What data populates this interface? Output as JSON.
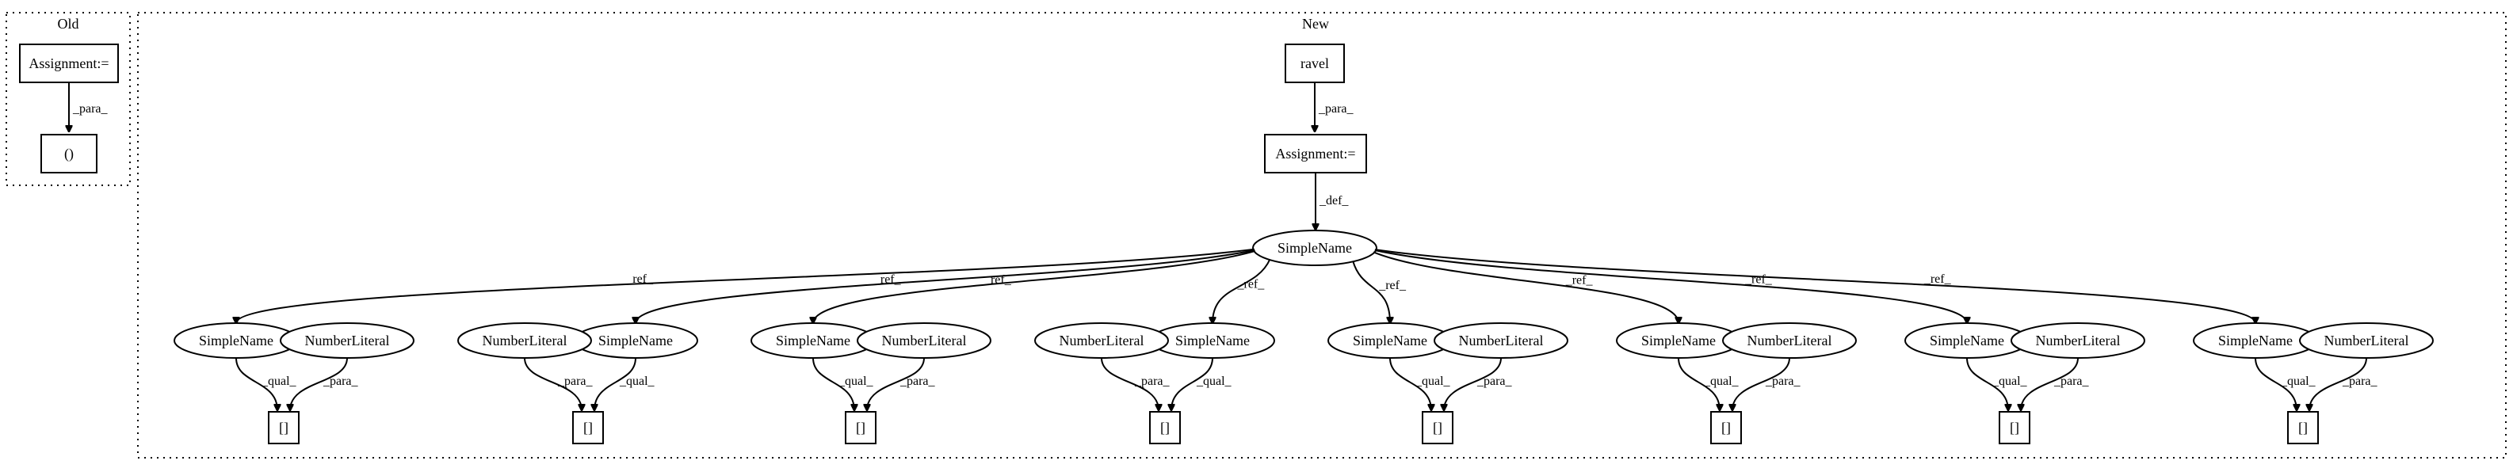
{
  "clusters": {
    "old": "Old",
    "new": "New"
  },
  "nodes": {
    "old_assign": "Assignment:=",
    "old_paren": "()",
    "ravel": "ravel",
    "new_assign": "Assignment:=",
    "simple_root": "SimpleName",
    "simple": "SimpleName",
    "number": "NumberLiteral",
    "index": "[]"
  },
  "edges": {
    "para": "_para_",
    "def": "_def_",
    "ref": "_ref_",
    "qual": "_qual_"
  },
  "groups": [
    {
      "order": [
        "simple",
        "number"
      ]
    },
    {
      "order": [
        "number",
        "simple"
      ]
    },
    {
      "order": [
        "simple",
        "number"
      ]
    },
    {
      "order": [
        "number",
        "simple"
      ]
    },
    {
      "order": [
        "simple",
        "number"
      ]
    },
    {
      "order": [
        "simple",
        "number"
      ]
    },
    {
      "order": [
        "simple",
        "number"
      ]
    },
    {
      "order": [
        "simple",
        "number"
      ]
    }
  ]
}
